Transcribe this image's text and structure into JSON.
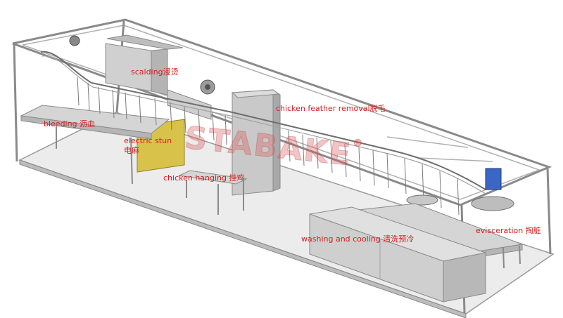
{
  "labels": {
    "scalding": "scalding浸烫",
    "feather": "chicken feather removal脱毛",
    "bleeding": "bleeding 沥血",
    "stun": "electric stun",
    "stun_cn": "电麻",
    "hanging": "chicken hanging 挂鸡",
    "evisceration": "evisceration 掏脏",
    "washing": "washing and cooling 清洗预冷"
  },
  "watermark": {
    "text": "STABAKE",
    "mark": "®"
  },
  "colors": {
    "label": "#d21e1e",
    "frame": "#9a9a9a",
    "frame_dark": "#6e6e6e",
    "steel": "#c4c4c4",
    "stun_box": "#d8c24a"
  }
}
